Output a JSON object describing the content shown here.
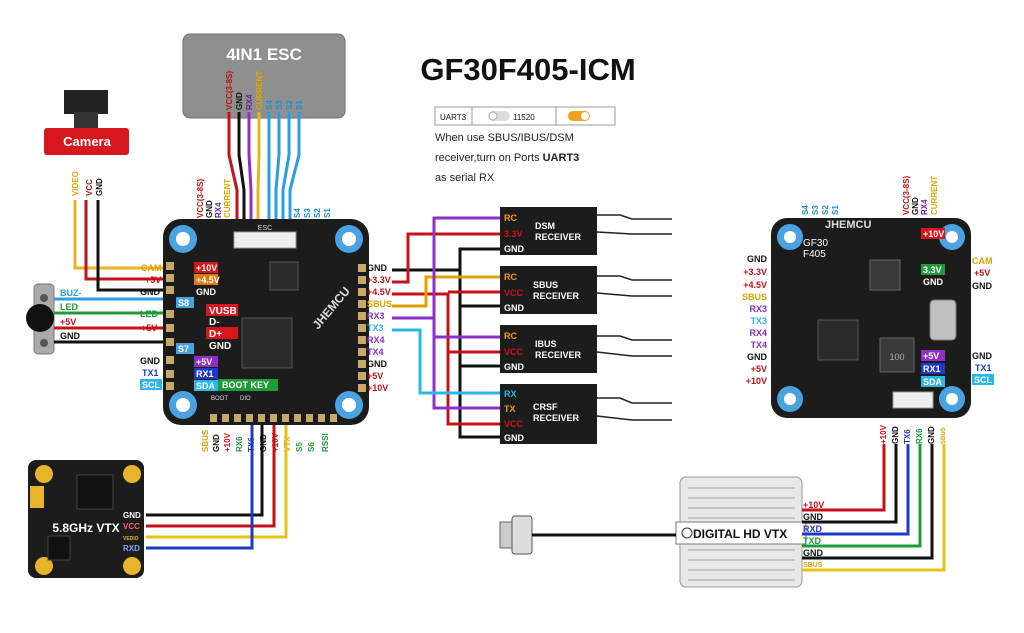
{
  "title": "GF30F405-ICM",
  "esc": {
    "label": "4IN1 ESC",
    "pins": [
      "VCC(3-8S)",
      "GND",
      "RX4",
      "CURRENT",
      "S4",
      "S3",
      "S2",
      "S1"
    ]
  },
  "camera": {
    "label": "Camera",
    "pins": [
      "VIDEO",
      "VCC",
      "GND"
    ]
  },
  "uart_note": {
    "port": "UART3",
    "baud": "11520",
    "line1": "When use SBUS/IBUS/DSM",
    "line2_prefix": "receiver,turn on Ports ",
    "line2_bold": "UART3",
    "line3": "as serial RX"
  },
  "fc": {
    "board_text": "JHEMCU",
    "esc_header": "ESC",
    "top_pins": [
      "VCC(3-8S)",
      "GND",
      "RX4",
      "CURRENT",
      "S4",
      "S3",
      "S2",
      "S1"
    ],
    "left_pins": [
      "CAM",
      "+5V",
      "GND",
      "BUZ-",
      "LED",
      "+5V",
      "GND",
      "GND",
      "TX1",
      "SCL"
    ],
    "left_inner": [
      "+10V",
      "+4.5V",
      "GND",
      "S8",
      "S7",
      "+5V",
      "RX1",
      "SDA"
    ],
    "usb_pads": [
      "VUSB",
      "D-",
      "D+",
      "GND"
    ],
    "boot_key": "BOOT KEY",
    "boot_labels": [
      "BOOT",
      "DIO"
    ],
    "right_pins": [
      "GND",
      "+3.3V",
      "+4.5V",
      "SBUS",
      "RX3",
      "TX3",
      "RX4",
      "TX4",
      "GND",
      "+5V",
      "+10V"
    ],
    "bottom_pins": [
      "SBUS",
      "GND",
      "+10V",
      "RX6",
      "TX6",
      "GND",
      "+10V",
      "VTX",
      "S5",
      "S6",
      "RSSI"
    ]
  },
  "buzzer_pins": [
    "BUZ-",
    "LED",
    "+5V",
    "GND"
  ],
  "receivers": [
    {
      "title": "DSM\nRECEIVER",
      "pins": [
        "RC",
        "3.3V",
        "GND"
      ]
    },
    {
      "title": "SBUS\nRECEIVER",
      "pins": [
        "RC",
        "VCC",
        "GND"
      ]
    },
    {
      "title": "IBUS\nRECEIVER",
      "pins": [
        "RC",
        "VCC",
        "GND"
      ]
    },
    {
      "title": "CRSF\nRECEIVER",
      "pins": [
        "RX",
        "TX",
        "VCC",
        "GND"
      ]
    }
  ],
  "analog_vtx": {
    "label": "5.8GHz VTX",
    "pins": [
      "GND",
      "VCC",
      "VEDIO",
      "RXD"
    ]
  },
  "fc2": {
    "board_text": "JHEMCU",
    "model": "GF30\nF405",
    "inductor": "100",
    "top_pins": [
      "S4",
      "S3",
      "S2",
      "S1",
      "VCC(3-8S)",
      "GND",
      "RX4",
      "CURRENT"
    ],
    "left_pins": [
      "GND",
      "+3.3V",
      "+4.5V",
      "SBUS",
      "RX3",
      "TX3",
      "RX4",
      "TX4",
      "GND",
      "+5V",
      "+10V"
    ],
    "right_pins": [
      "CAM",
      "+5V",
      "GND",
      "GND",
      "TX1",
      "SCL"
    ],
    "right_inner": [
      "+10V",
      "3.3V",
      "GND",
      "+5V",
      "RX1",
      "SDA"
    ],
    "bottom_pins": [
      "+10V",
      "GND",
      "TX6",
      "RX6",
      "GND",
      "SBUS"
    ]
  },
  "digital_vtx": {
    "label": "DIGITAL HD VTX",
    "pins": [
      "+10V",
      "GND",
      "RXD",
      "TXD",
      "GND",
      "SBUS"
    ]
  },
  "colors": {
    "red": "#d0121b",
    "black": "#111111",
    "orange": "#f39c12",
    "yellow": "#e4c21a",
    "purple": "#8e2fc9",
    "blue": "#2038c8",
    "cyan": "#2ab7e8",
    "green": "#1f9b3a",
    "sbus": "#e0a000",
    "board": "#1c1c1c"
  }
}
